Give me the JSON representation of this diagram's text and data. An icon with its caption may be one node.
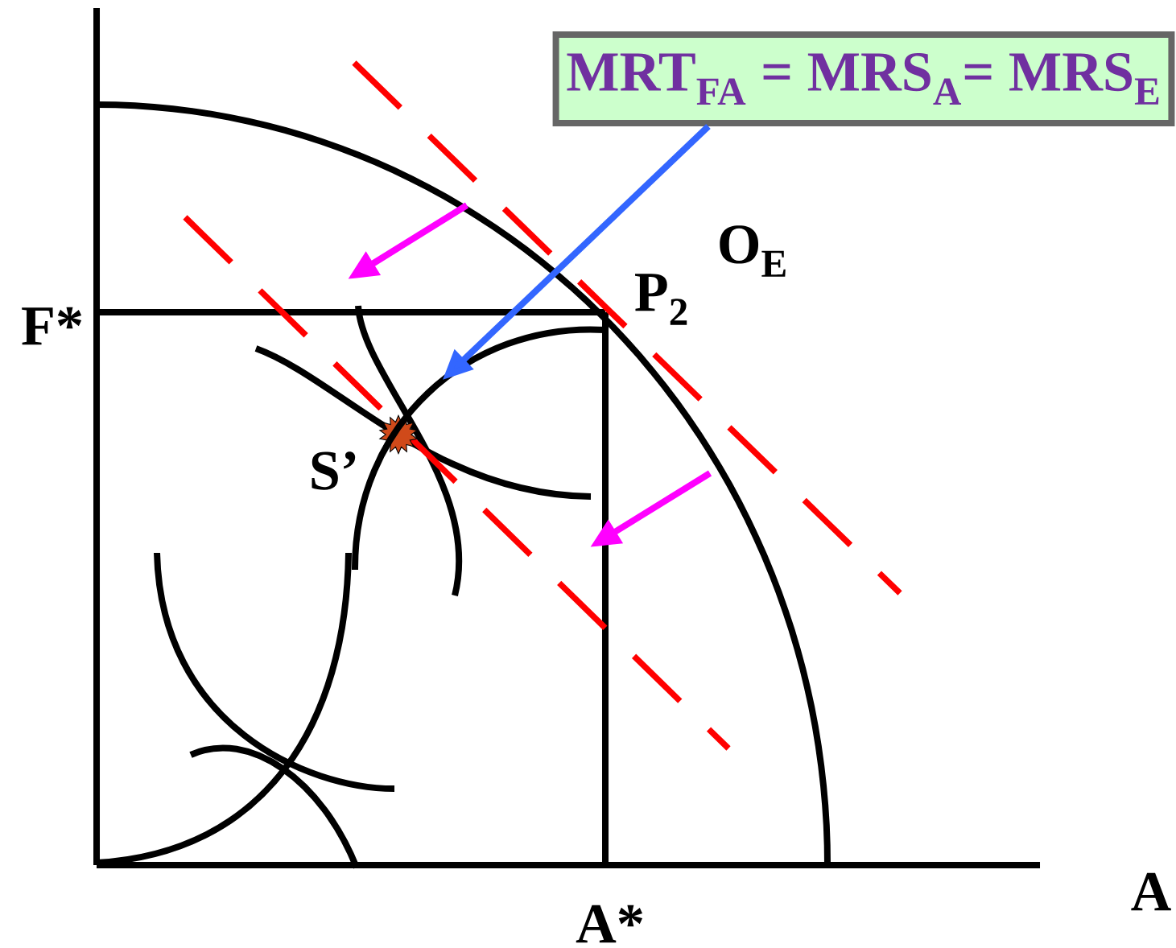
{
  "diagram": {
    "nodes": [
      {
        "text": [
          "MRT$_{FA}$ = MRS$_{A}$= MRS$_{E}$"
        ]
      },
      {
        "text": [],
        "shape": "curve"
      }
    ],
    "edges": [
      {
        "from": 0,
        "to": 1,
        "arrow": "to",
        "color": "#3366ff"
      }
    ],
    "labels": [
      "O$_{E}$",
      "F*",
      "P$_{2}$",
      "S’",
      "A*",
      "A"
    ]
  }
}
